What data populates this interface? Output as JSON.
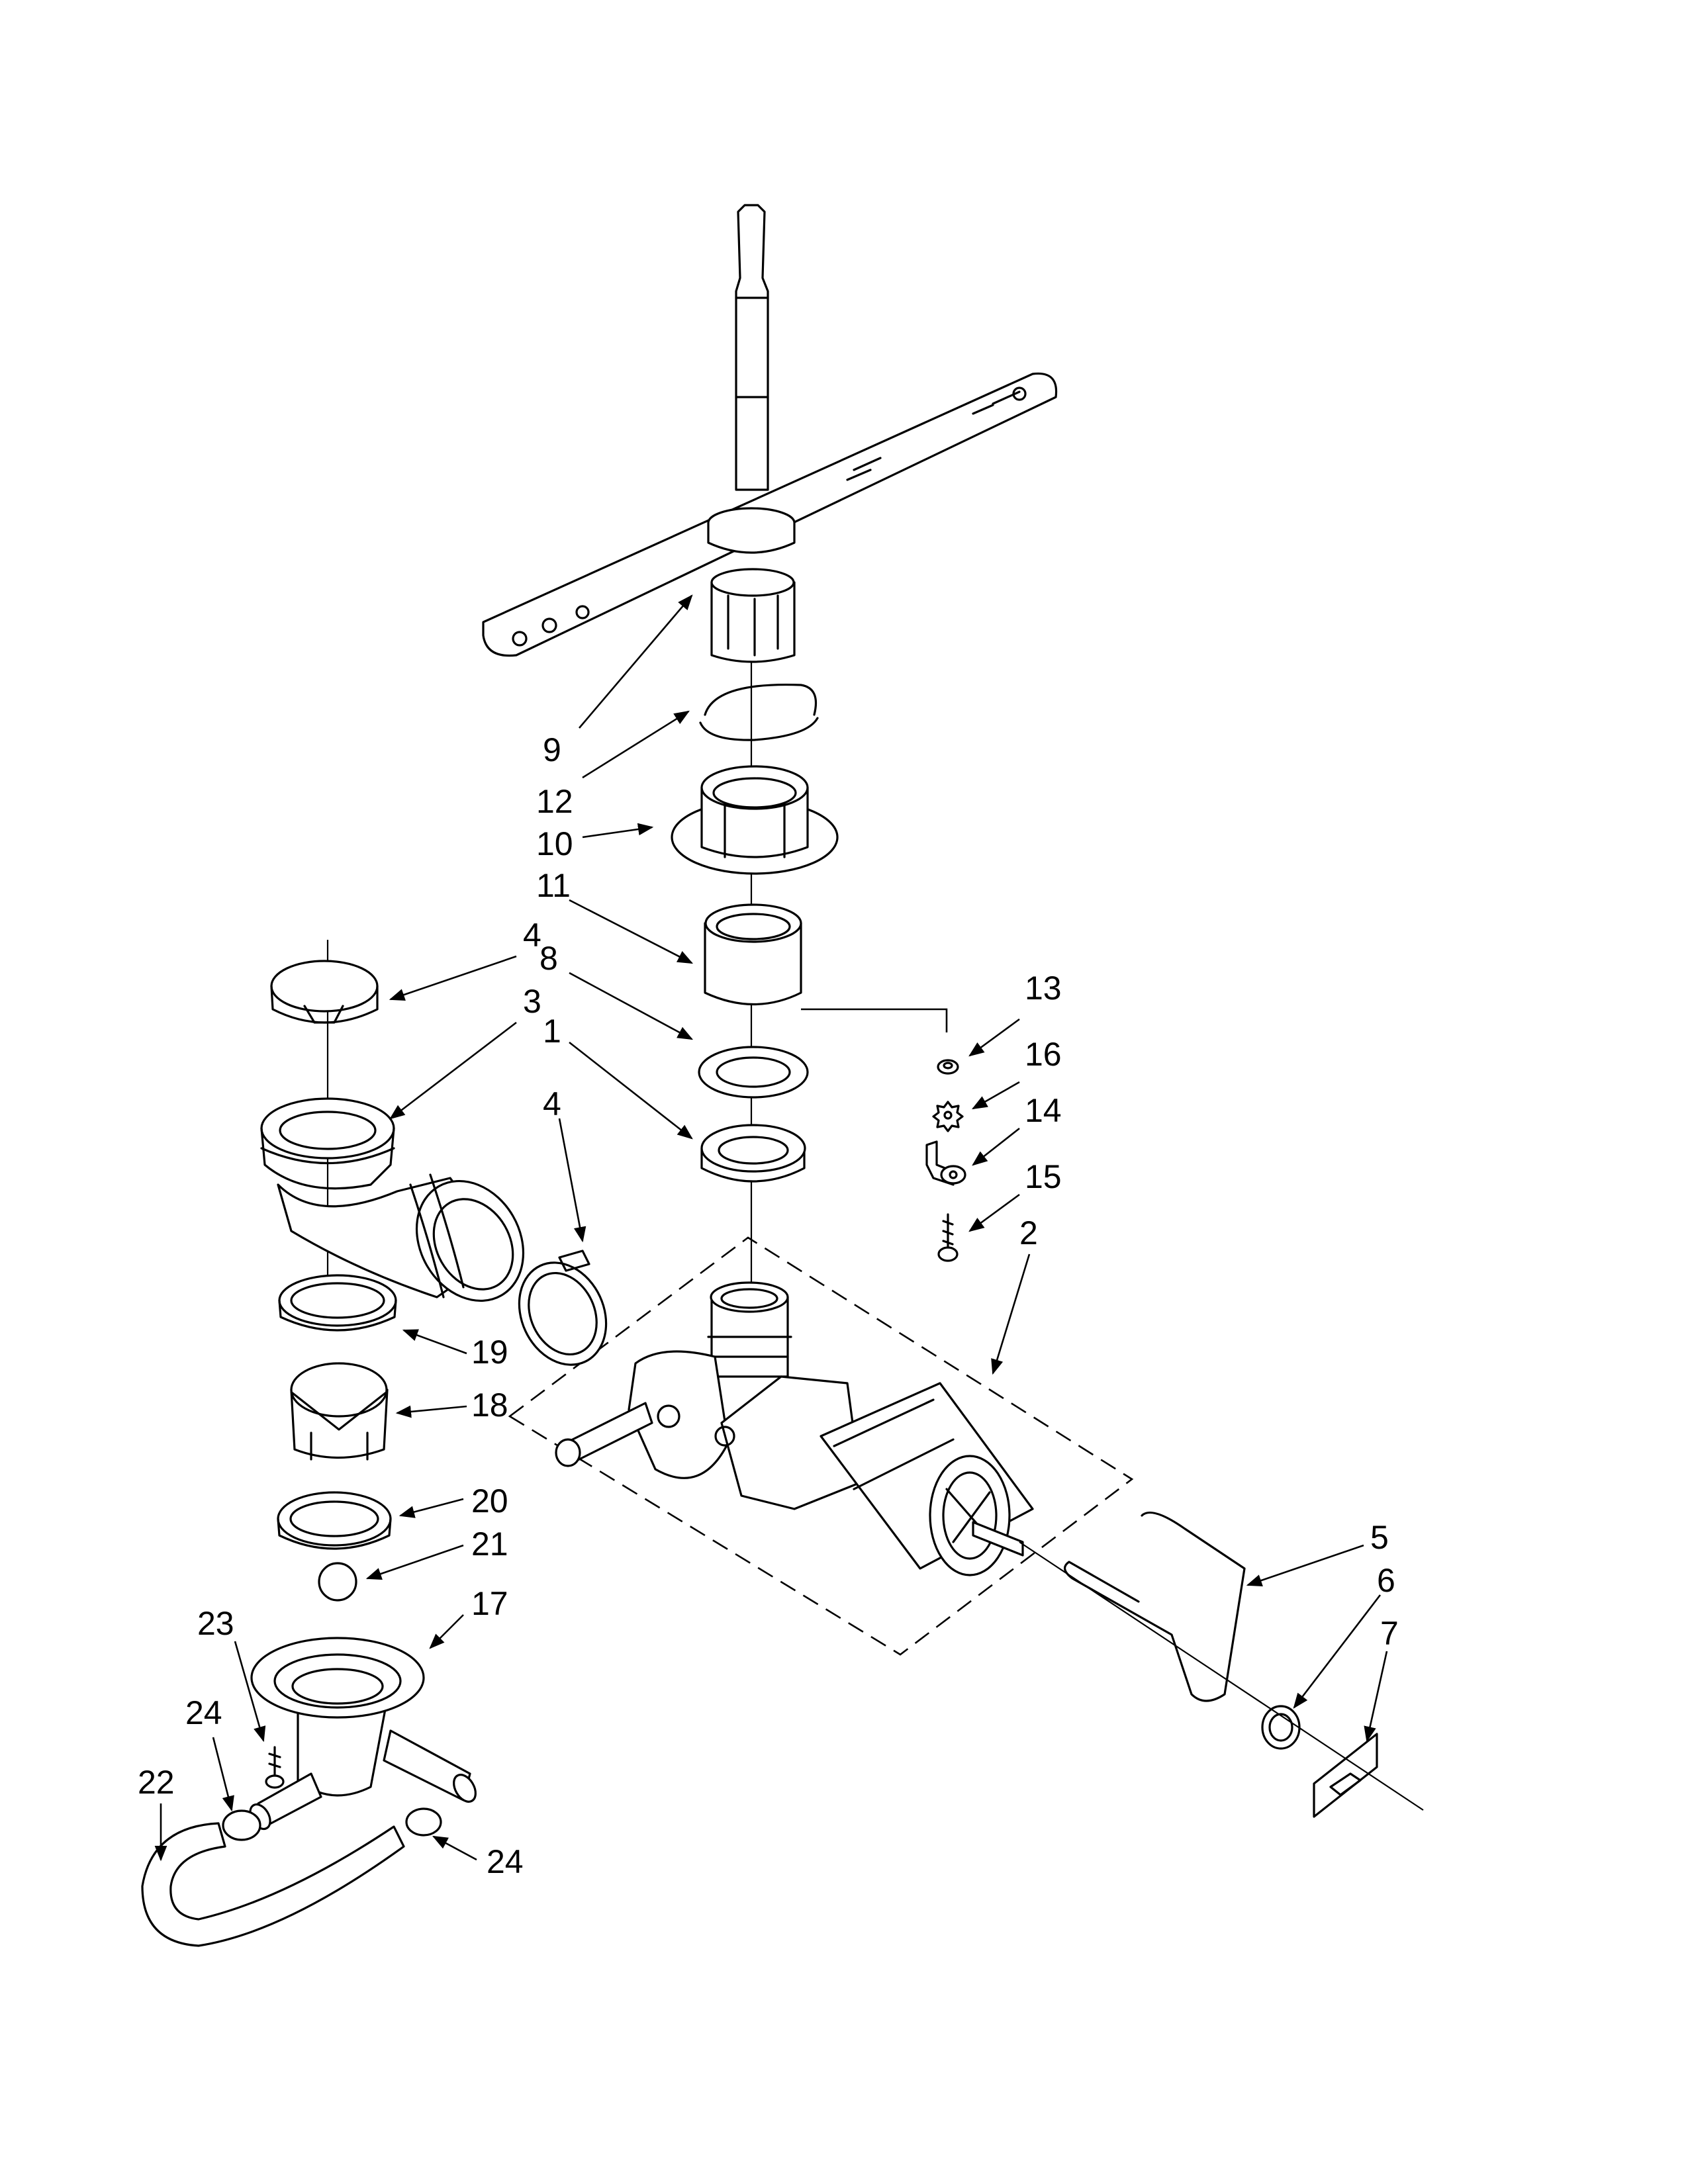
{
  "callouts": [
    "1",
    "2",
    "3",
    "4",
    "5",
    "6",
    "7",
    "8",
    "9",
    "10",
    "11",
    "12",
    "13",
    "14",
    "15",
    "16",
    "17",
    "18",
    "19",
    "20",
    "21",
    "22",
    "23",
    "24"
  ],
  "labels": {
    "c1": "1",
    "c2": "2",
    "c3": "3",
    "c4a": "4",
    "c4b": "4",
    "c5": "5",
    "c6": "6",
    "c7": "7",
    "c8": "8",
    "c9": "9",
    "c10": "10",
    "c11": "11",
    "c12": "12",
    "c13": "13",
    "c14": "14",
    "c15": "15",
    "c16": "16",
    "c17": "17",
    "c18": "18",
    "c19": "19",
    "c20": "20",
    "c21": "21",
    "c22": "22",
    "c23": "23",
    "c24a": "24",
    "c24b": "24"
  }
}
